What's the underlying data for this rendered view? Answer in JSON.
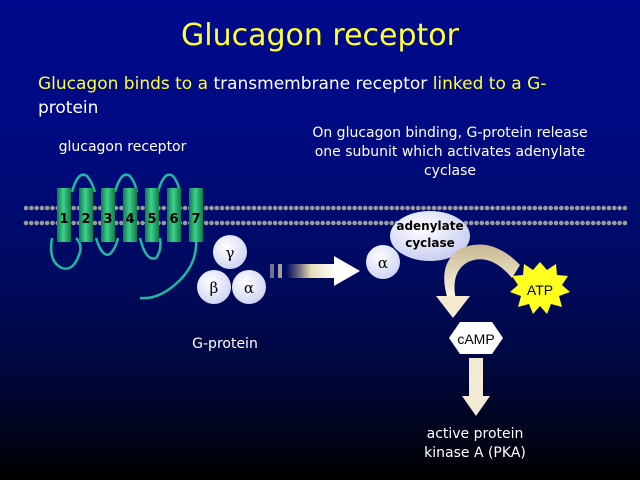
{
  "title": "Glucagon receptor",
  "intro": {
    "part1": "Glucagon binds to a ",
    "part2": "transmembrane receptor ",
    "part3": "linked to a G-",
    "part4": "protein"
  },
  "labels": {
    "receptor": "glucagon receptor",
    "binding_line1": "On glucagon binding, G-protein release",
    "binding_line2": "one subunit which activates adenylate",
    "binding_line3": "cyclase",
    "gprotein": "G-protein",
    "pka_line1": "active protein",
    "pka_line2": "kinase A (PKA)"
  },
  "segments": [
    "1",
    "2",
    "3",
    "4",
    "5",
    "6",
    "7"
  ],
  "subunits": {
    "gamma": "γ",
    "beta": "β",
    "alpha": "α",
    "released_alpha": "α"
  },
  "enzyme": {
    "line1": "adenylate",
    "line2": "cyclase"
  },
  "atp": "ATP",
  "camp": "cAMP",
  "colors": {
    "title": "#ffff33",
    "helix": "#20b070",
    "loop": "#20b8a0",
    "subunit": "#dfe3f8",
    "atp": "#ffff20",
    "bilayer": "#9a9a9a"
  }
}
